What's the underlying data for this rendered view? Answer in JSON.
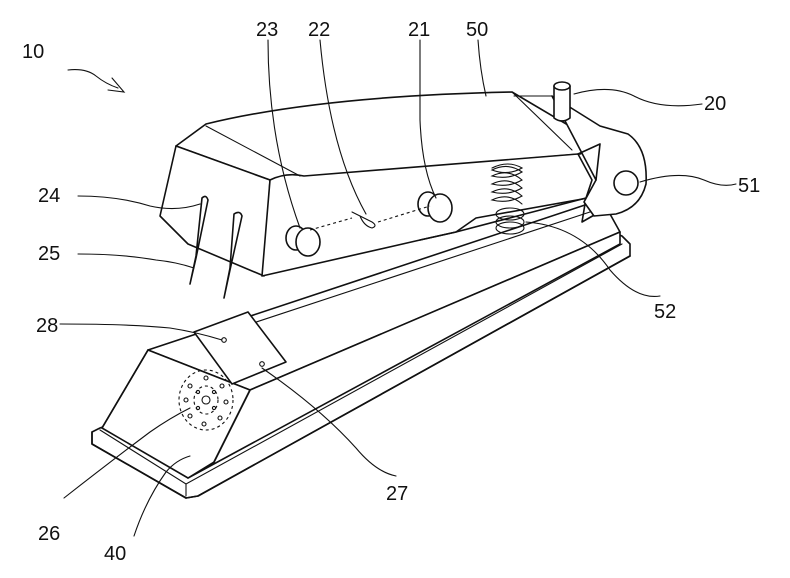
{
  "labels": {
    "l10": "10",
    "l20": "20",
    "l21": "21",
    "l22": "22",
    "l23": "23",
    "l24": "24",
    "l25": "25",
    "l26": "26",
    "l27": "27",
    "l28": "28",
    "l40": "40",
    "l50": "50",
    "l51": "51",
    "l52": "52"
  }
}
